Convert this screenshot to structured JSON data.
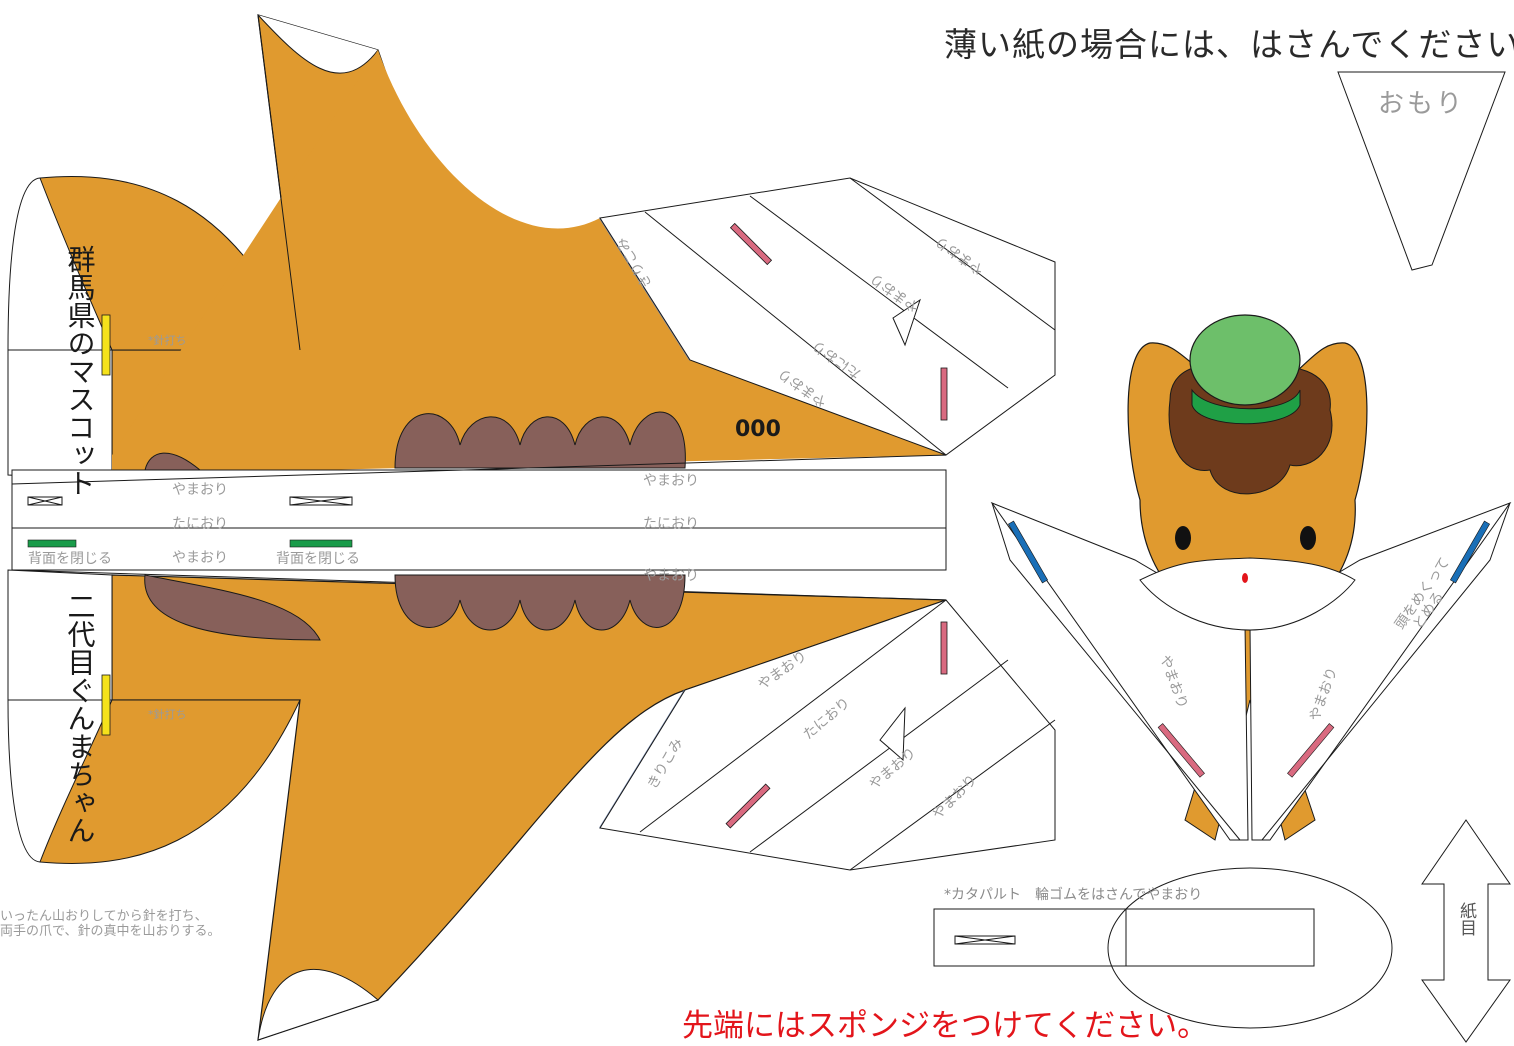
{
  "notes": {
    "top": "薄い紙の場合には、はさんでください。",
    "bottom": "先端にはスポンジをつけてください。",
    "weight": "おもり",
    "catapult": "*カタパルト　輪ゴムをはさんでやまおり",
    "pin_line1": "いったん山おりしてから針を打ち、",
    "pin_line2": "両手の爪で、針の真中を山おりする。"
  },
  "wing_labels": {
    "top": "群馬県のマスコット",
    "bottom": "二代目ぐんまちゃん",
    "number": "000"
  },
  "fold_labels": {
    "mountain": "やまおり",
    "valley": "たにおり",
    "cut": "きりこみ",
    "close_back": "背面を閉じる",
    "pin_small": "*針打ち",
    "wrap_head": "頭をめくって",
    "fasten": "とめる",
    "grain": "紙目"
  },
  "colors": {
    "body": "#e09a2f",
    "brown": "#87605a",
    "hair": "#6e3b1c",
    "hat_light": "#6dbf6a",
    "hat_dark": "#1fa046",
    "pink_mark": "#d96a80",
    "green_mark": "#1a9c4a",
    "yellow_mark": "#f5e21b",
    "blue_mark": "#1a6fb7",
    "red_text": "#e3151b"
  },
  "icons": [
    "up-down-arrow-icon",
    "x-box-icon"
  ]
}
